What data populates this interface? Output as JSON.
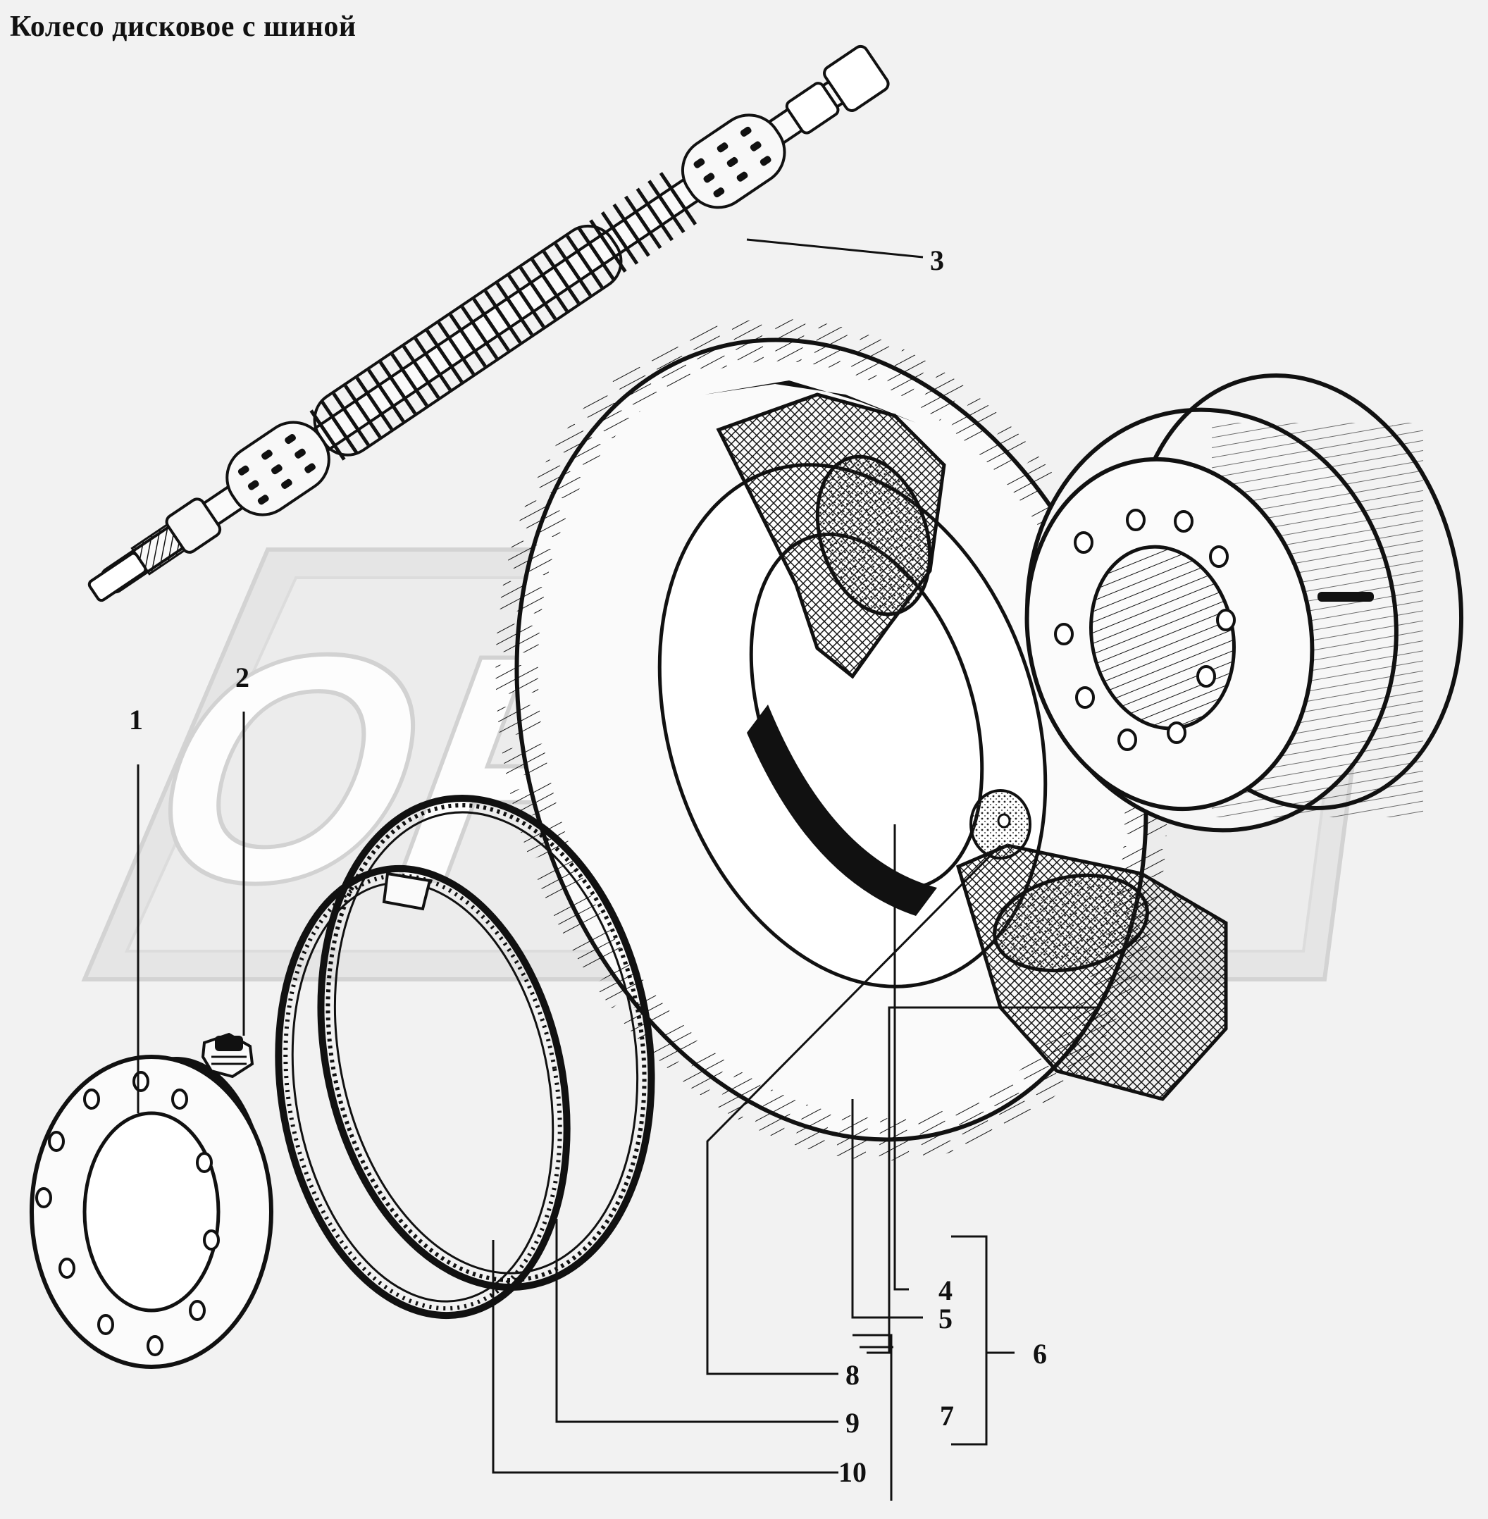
{
  "title": "Колесо дисковое с шиной",
  "watermark": {
    "text": "OPEX",
    "color": "#d9d9d9"
  },
  "callouts": {
    "c1": "1",
    "c2": "2",
    "c3": "3",
    "c4": "4",
    "c5": "5",
    "c6": "6",
    "c7": "7",
    "c8": "8",
    "c9": "9",
    "c10": "10"
  },
  "colors": {
    "ink": "#111111",
    "paper": "#f2f2f2",
    "shade": "#555555"
  }
}
